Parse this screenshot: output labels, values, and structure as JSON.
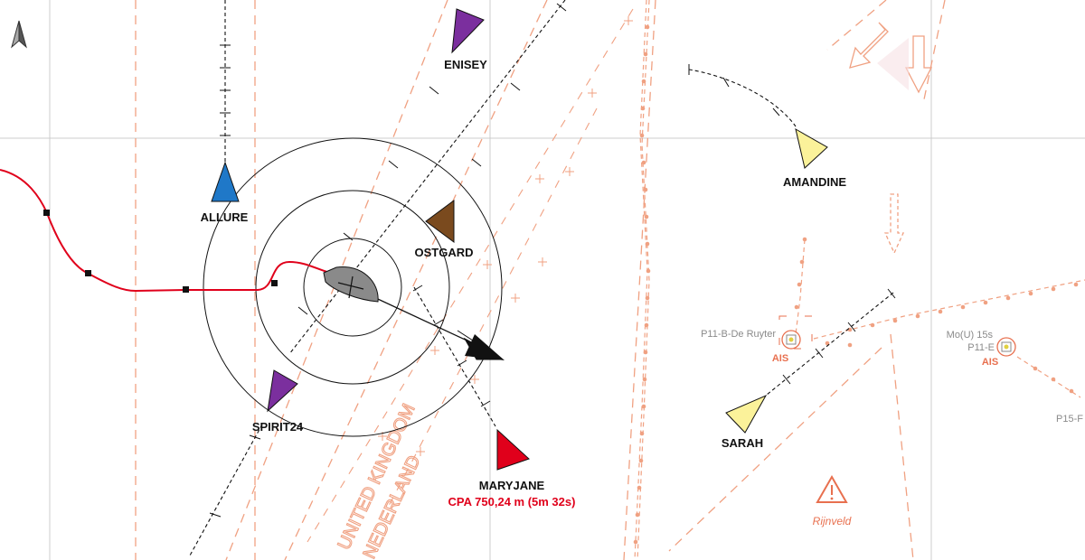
{
  "vessels": {
    "allure": {
      "name": "ALLURE",
      "color": "#1f78c8"
    },
    "enisey": {
      "name": "ENISEY",
      "color": "#7b2f9e"
    },
    "ostgard": {
      "name": "OSTGARD",
      "color": "#7a4a1e"
    },
    "spirit24": {
      "name": "SPIRIT24",
      "color": "#7b2f9e"
    },
    "maryjane": {
      "name": "MARYJANE",
      "color": "#e0001b"
    },
    "amandine": {
      "name": "AMANDINE",
      "color": "#fbf29a"
    },
    "sarah": {
      "name": "SARAH",
      "color": "#fbf29a"
    },
    "own_ship": {
      "color": "#8a8a8a"
    }
  },
  "cpa_text": "CPA 750,24 m (5m 32s)",
  "buoys": {
    "ruyter": {
      "name": "P11-B-De Ruyter",
      "tag": "AIS"
    },
    "p11e": {
      "name": "P11-E",
      "light": "Mo(U) 15s",
      "tag": "AIS"
    },
    "p15": {
      "name": "P15-F"
    }
  },
  "areas": {
    "border_uk": "UNITED KINGDOM",
    "border_nl": "NEDERLAND",
    "rijnveld": "Rijnveld"
  },
  "colors": {
    "track": "#e0001b",
    "chart_feature": "#f0a182",
    "grid": "#cccccc"
  }
}
